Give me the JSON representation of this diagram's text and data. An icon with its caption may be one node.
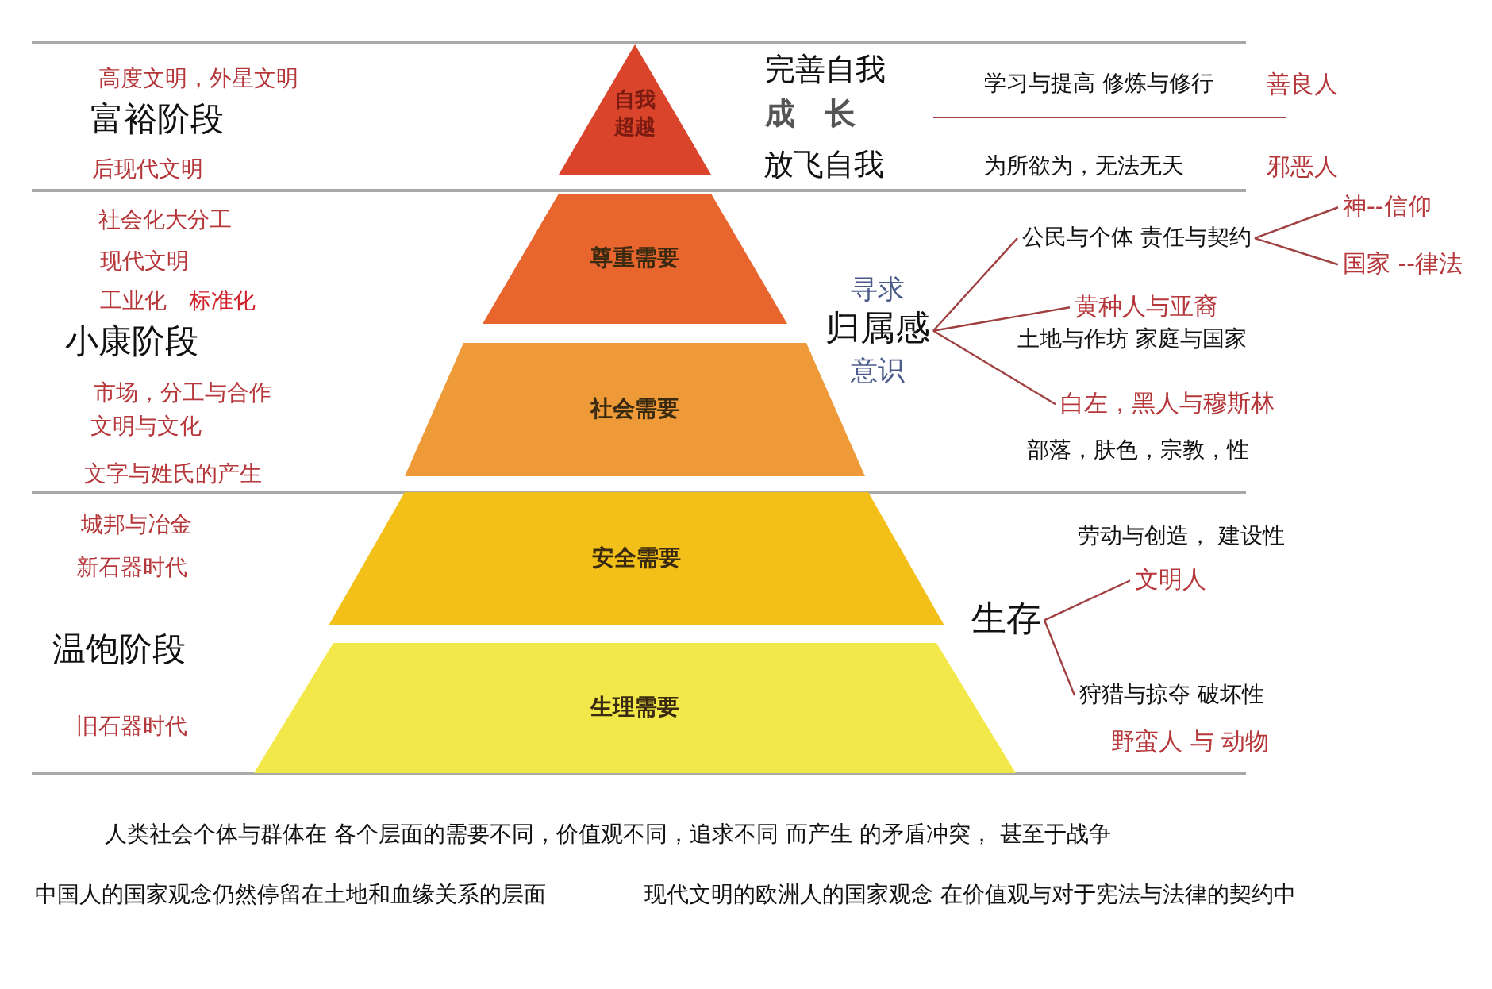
{
  "diagram": {
    "nodes": [
      {
        "text": [
          "自我超越"
        ]
      },
      {
        "text": [
          "尊重需要"
        ]
      },
      {
        "text": [
          "社会需要"
        ]
      },
      {
        "text": [
          "安全需要"
        ]
      },
      {
        "text": [
          "生理需要"
        ]
      },
      {
        "text": [
          "寻求",
          "归属感",
          "意识"
        ]
      },
      {
        "text": [
          "公民与个体 责任与契约"
        ]
      },
      {
        "text": [
          "神--信仰"
        ]
      },
      {
        "text": [
          "国家 --律法"
        ]
      },
      {
        "text": [
          "黄种人与亚裔"
        ]
      },
      {
        "text": [
          "白左，黑人与穆斯林"
        ]
      },
      {
        "text": [
          "生存"
        ]
      },
      {
        "text": [
          "文明人"
        ]
      },
      {
        "text": [
          "狩猎与掠夺  破坏性"
        ]
      }
    ],
    "edges": [
      {
        "from": 5,
        "to": 6,
        "arrow": "none"
      },
      {
        "from": 5,
        "to": 9,
        "arrow": "none"
      },
      {
        "from": 5,
        "to": 10,
        "arrow": "none"
      },
      {
        "from": 6,
        "to": 7,
        "arrow": "none"
      },
      {
        "from": 6,
        "to": 8,
        "arrow": "none"
      },
      {
        "from": 11,
        "to": 12,
        "arrow": "none"
      },
      {
        "from": 11,
        "to": 13,
        "arrow": "none"
      }
    ],
    "labels": [
      "高度文明，外星文明",
      "完善自我",
      "学习与提高  修炼与修行",
      "善良人",
      "富裕阶段",
      "成　长",
      "后现代文明",
      "放飞自我",
      "为所欲为，无法无天",
      "邪恶人",
      "社会化大分工",
      "现代文明",
      "工业化",
      "标准化",
      "小康阶段",
      "土地与作坊   家庭与国家",
      "市场，分工与合作",
      "文明与文化",
      "部落，肤色，宗教，性",
      "文字与姓氏的产生",
      "城邦与冶金",
      "劳动与创造， 建设性",
      "新石器时代",
      "温饱阶段",
      "旧石器时代",
      "野蛮人 与 动物",
      "人类社会个体与群体在 各个层面的需要不同，价值观不同，追求不同 而产生 的矛盾冲突， 甚至于战争",
      "中国人的国家观念仍然停留在土地和血缘关系的层面",
      "现代文明的欧洲人的国家观念 在价值观与对于宪法与法律的契约中"
    ]
  }
}
